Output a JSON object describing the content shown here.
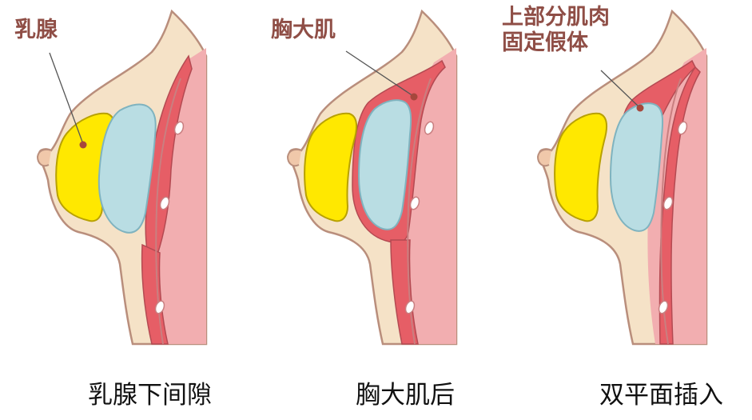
{
  "panels": [
    {
      "callout": [
        "乳腺"
      ],
      "caption": "乳腺下间隙"
    },
    {
      "callout": [
        "胸大肌"
      ],
      "caption": "胸大肌后"
    },
    {
      "callout": [
        "上部分肌肉",
        "固定假体"
      ],
      "caption": "双平面插入"
    }
  ],
  "colors": {
    "skin": "#f5e2c7",
    "outline": "#b98e7c",
    "gland": "#ffe800",
    "implant": "#b9dde3",
    "muscle": "#e65e66",
    "rib_band": "#f2aeb0",
    "callout_text": "#8f4e46"
  }
}
